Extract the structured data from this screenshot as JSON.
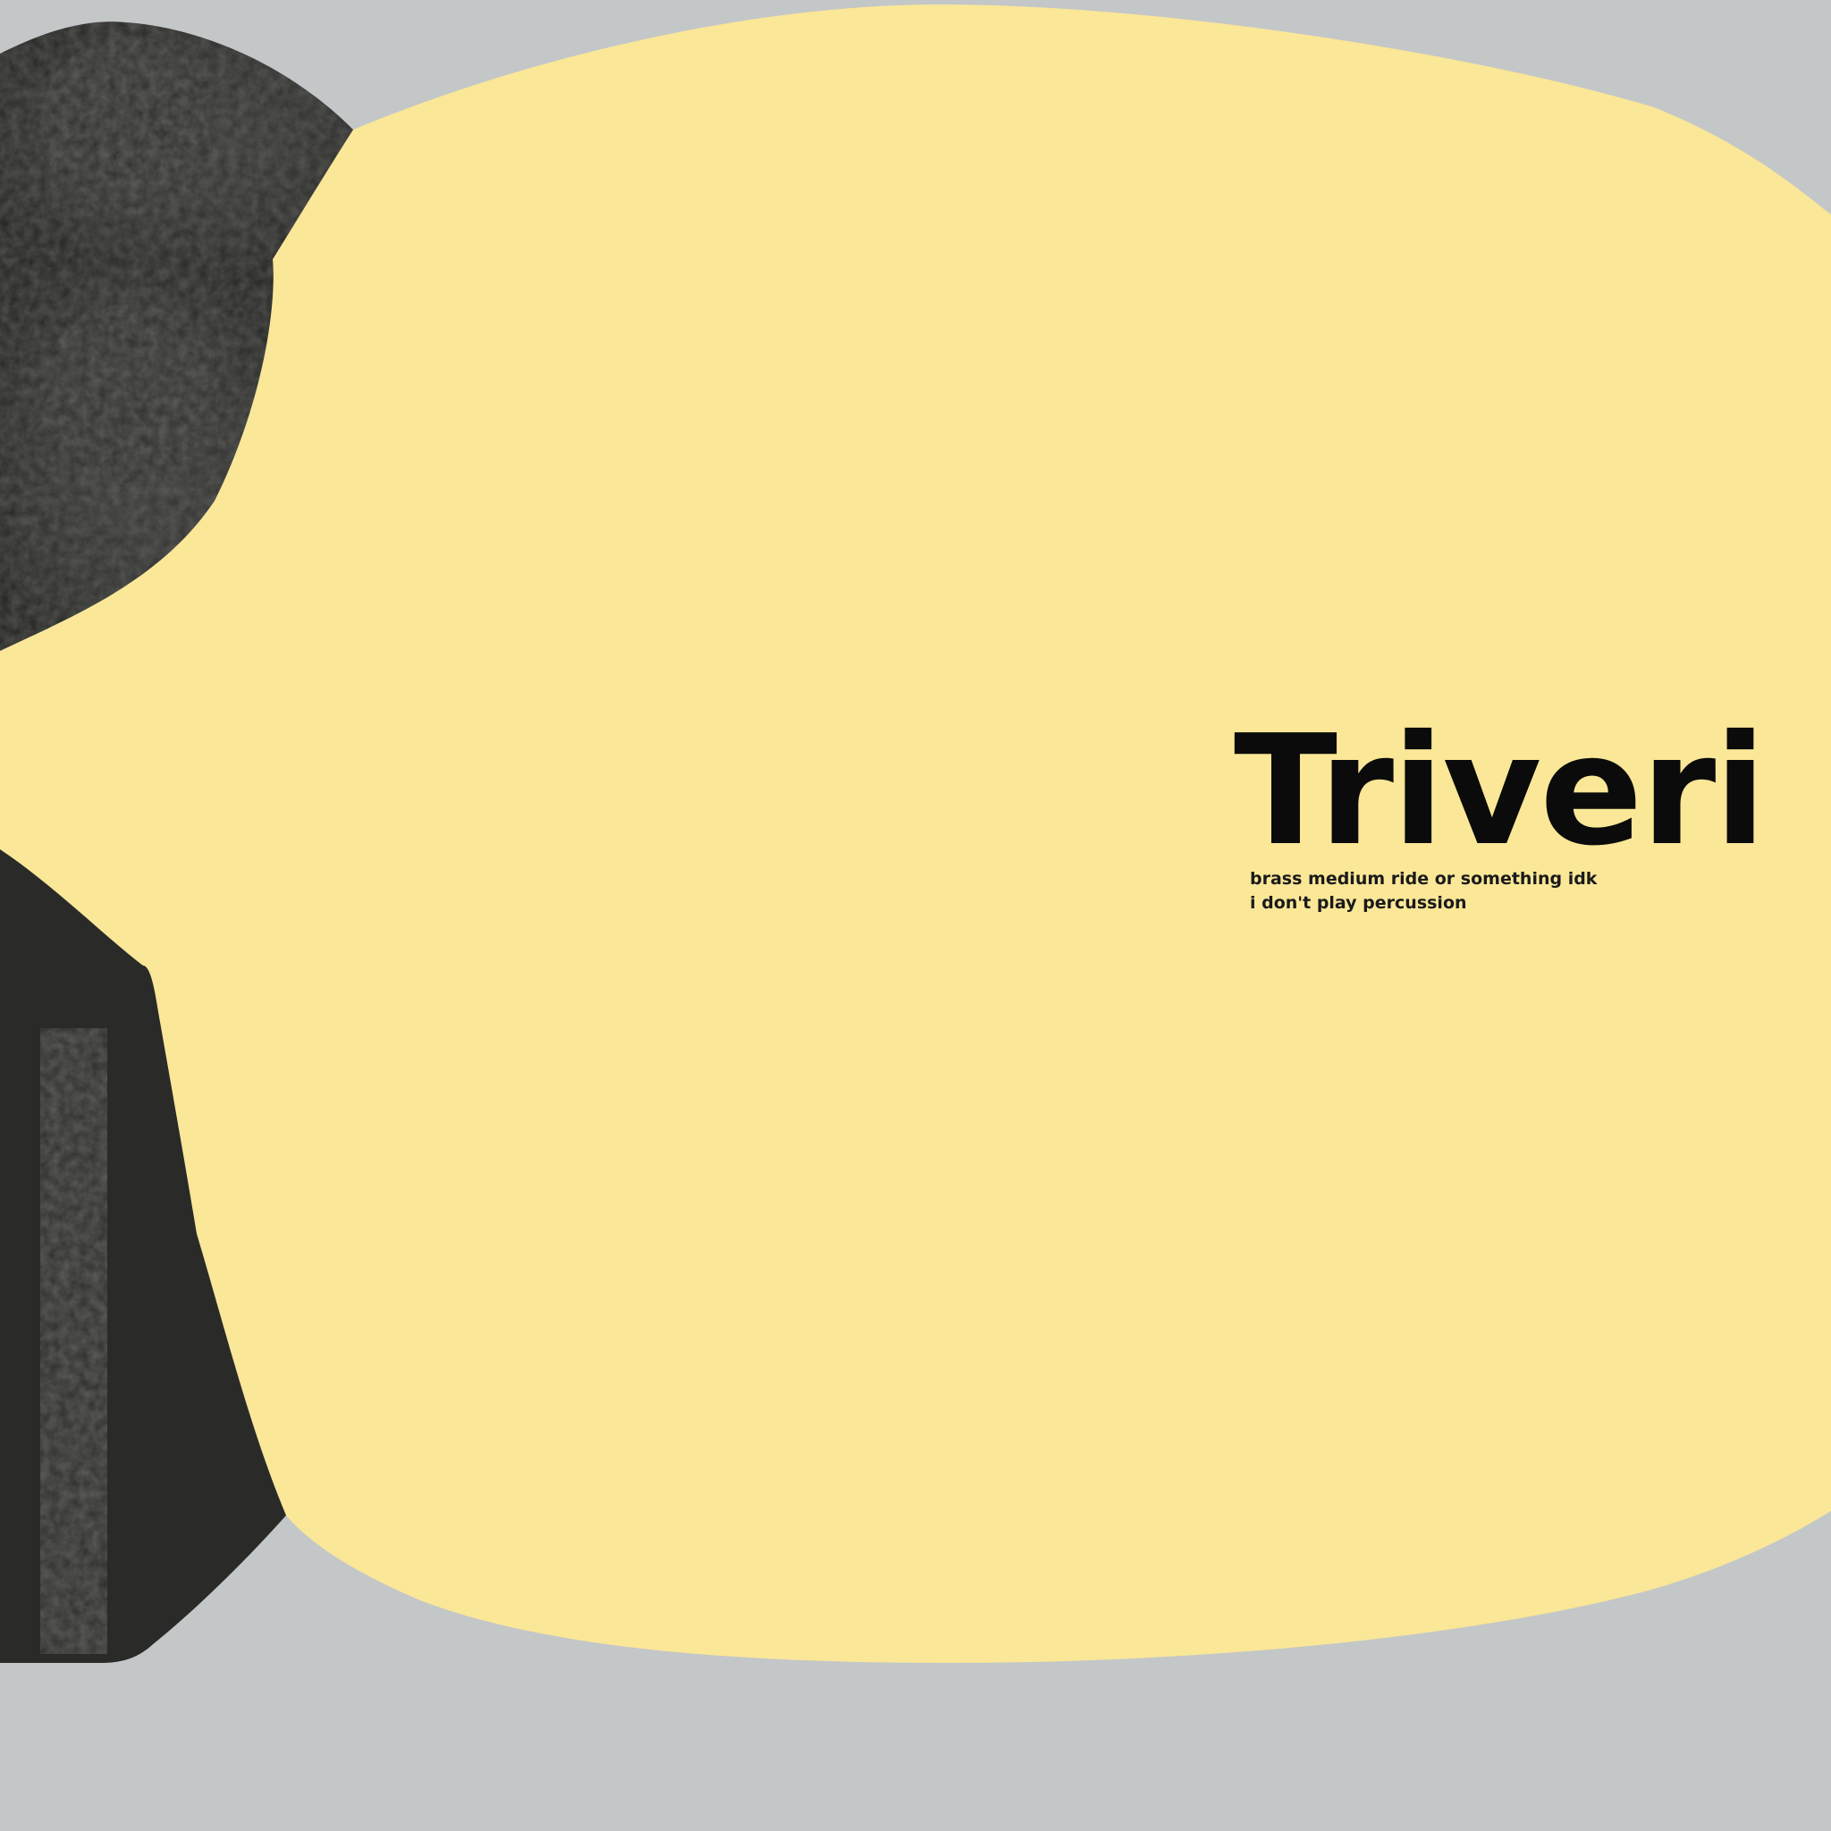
{
  "colors": {
    "background": "#c4c7c8",
    "surface": "#fae797",
    "dark_part": "#2a2a28",
    "text": "#0b0b0b"
  },
  "brand": {
    "title": "Triveri",
    "subtitle_line1": "brass medium ride or something idk",
    "subtitle_line2": "i don't play percussion"
  }
}
